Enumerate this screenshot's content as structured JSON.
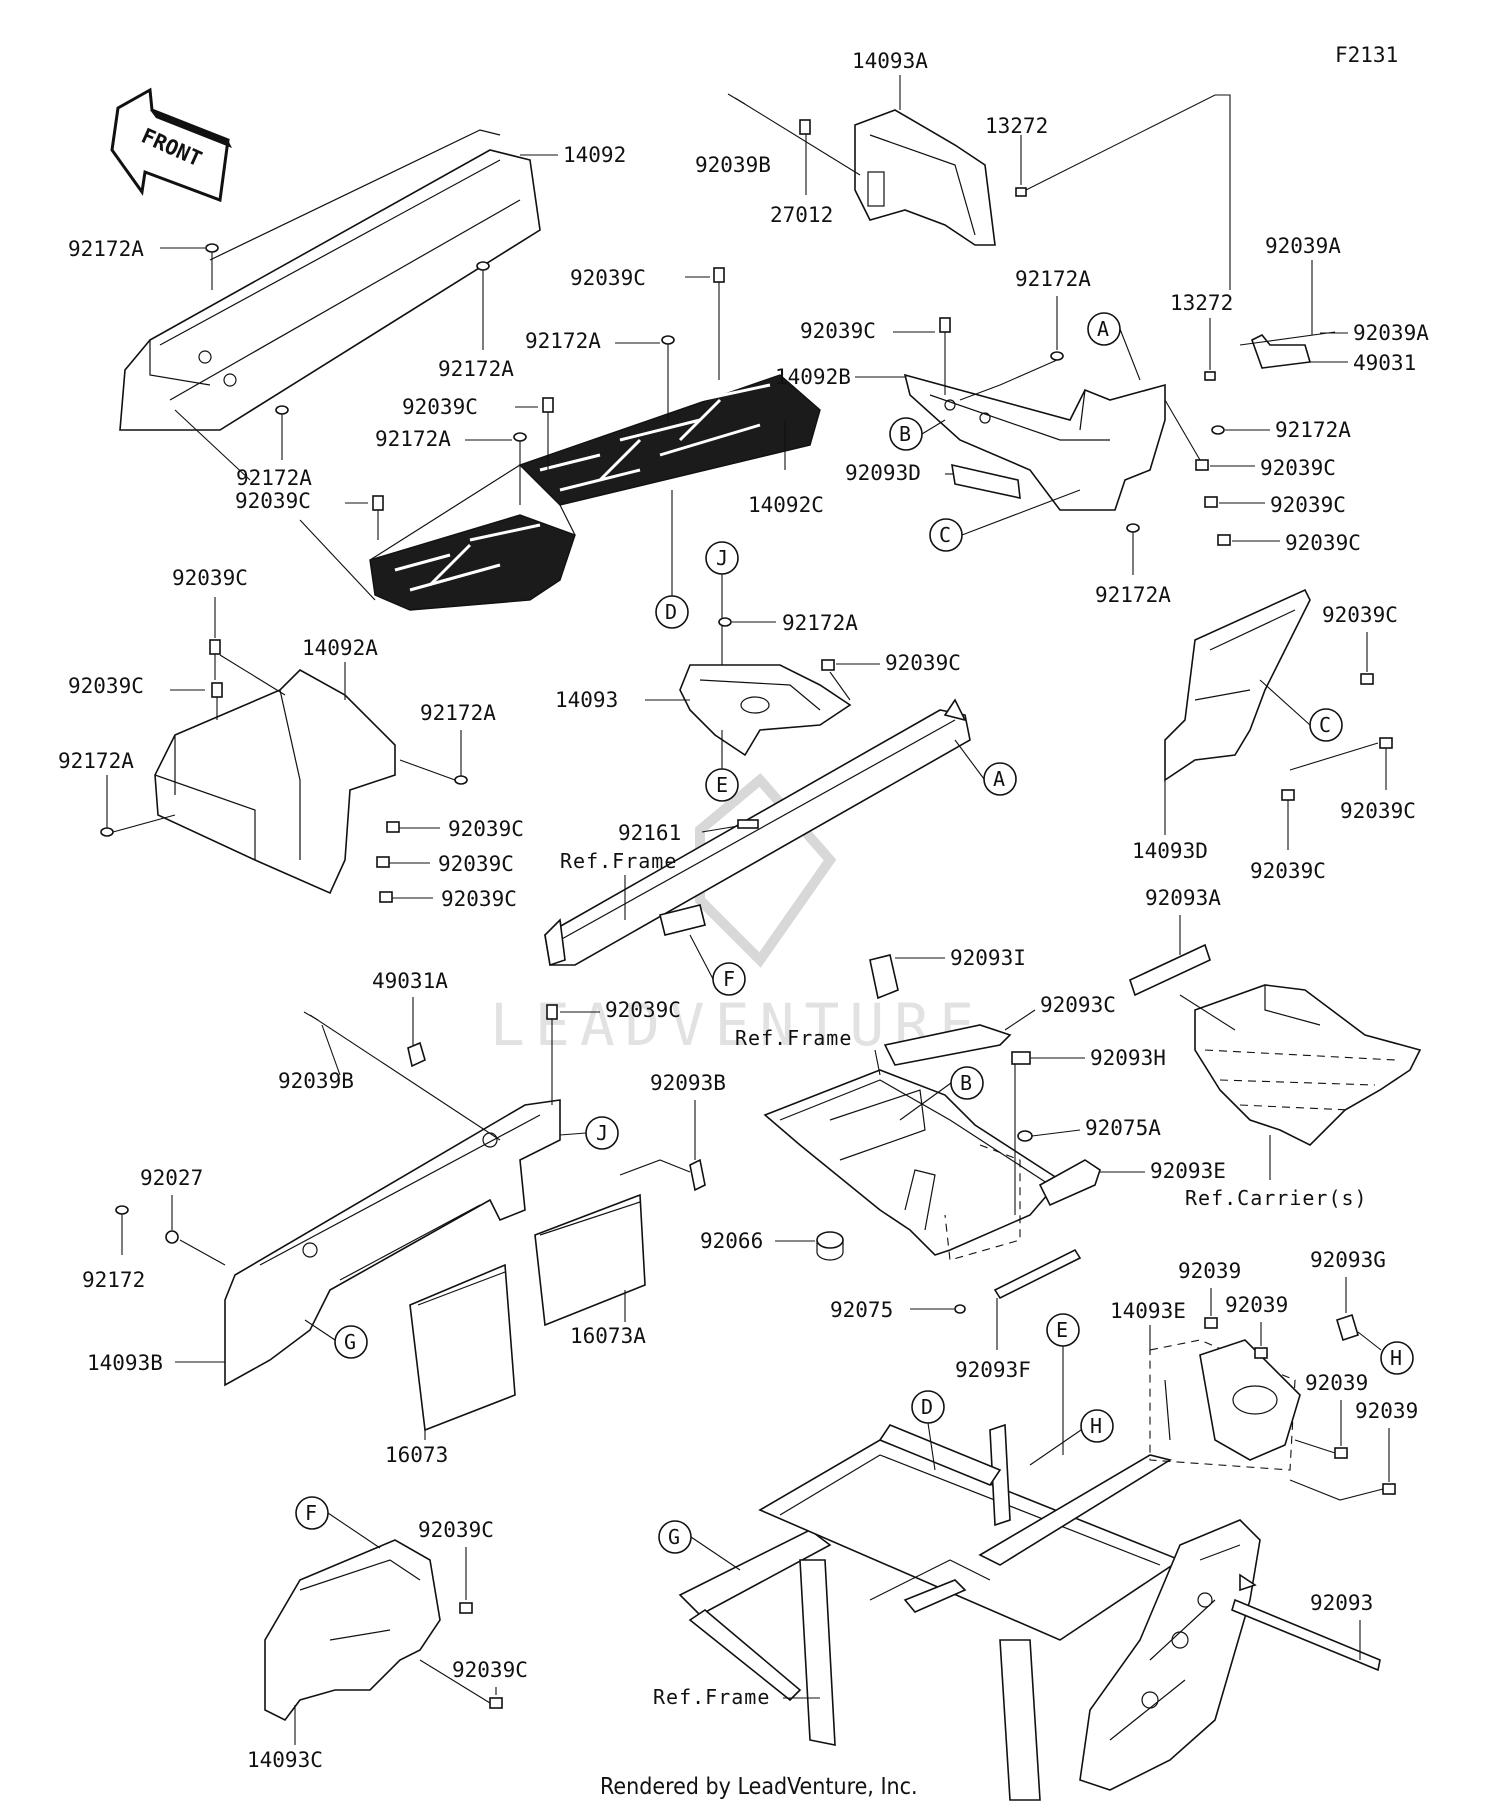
{
  "diagram": {
    "code": "F2131",
    "front_label": "FRONT",
    "watermark": "LEADVENTURE",
    "footer": "Rendered by LeadVenture, Inc."
  },
  "callout_letters": [
    "A",
    "B",
    "C",
    "D",
    "E",
    "F",
    "G",
    "H",
    "J"
  ],
  "parts": {
    "p14092": "14092",
    "p14092A": "14092A",
    "p14092B": "14092B",
    "p14092C": "14092C",
    "p14093": "14093",
    "p14093A": "14093A",
    "p14093B": "14093B",
    "p14093C": "14093C",
    "p14093D": "14093D",
    "p14093E": "14093E",
    "p13272": "13272",
    "p16073": "16073",
    "p16073A": "16073A",
    "p27012": "27012",
    "p49031": "49031",
    "p49031A": "49031A",
    "p92027": "92027",
    "p92039": "92039",
    "p92039A": "92039A",
    "p92039B": "92039B",
    "p92039C": "92039C",
    "p92066": "92066",
    "p92075": "92075",
    "p92075A": "92075A",
    "p92093": "92093",
    "p92093A": "92093A",
    "p92093B": "92093B",
    "p92093C": "92093C",
    "p92093D": "92093D",
    "p92093E": "92093E",
    "p92093F": "92093F",
    "p92093G": "92093G",
    "p92093H": "92093H",
    "p92093I": "92093I",
    "p92161": "92161",
    "p92172": "92172",
    "p92172A": "92172A"
  },
  "refs": {
    "frame": "Ref.Frame",
    "carrier": "Ref.Carrier(s)"
  }
}
